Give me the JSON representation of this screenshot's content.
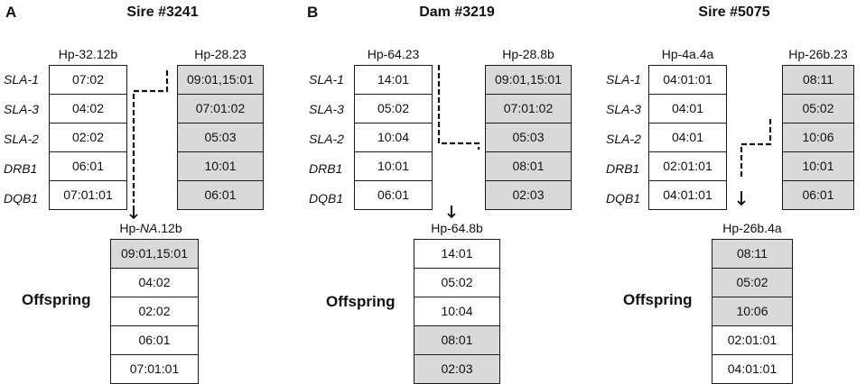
{
  "loci": [
    "SLA-1",
    "SLA-3",
    "SLA-2",
    "DRB1",
    "DQB1"
  ],
  "offspring_label": "Offspring",
  "colors": {
    "grey_cell": "#d9d9d9",
    "border": "#1a1a1a"
  },
  "panels": [
    {
      "letter": "A",
      "title": "Sire #3241",
      "hap_left": {
        "label": "Hp-32.12b",
        "cells": [
          "07:02",
          "04:02",
          "02:02",
          "06:01",
          "07:01:01"
        ],
        "grey": [
          false,
          false,
          false,
          false,
          false
        ]
      },
      "hap_right": {
        "label": "Hp-28.23",
        "cells": [
          "09:01,15:01",
          "07:01:02",
          "05:03",
          "10:01",
          "06:01"
        ],
        "grey": [
          true,
          true,
          true,
          true,
          true
        ]
      },
      "offspring": {
        "label_prefix": "Hp-",
        "label_italic": "NA",
        "label_suffix": ".12b",
        "cells": [
          "09:01,15:01",
          "04:02",
          "02:02",
          "06:01",
          "07:01:01"
        ],
        "grey": [
          true,
          false,
          false,
          false,
          false
        ]
      }
    },
    {
      "letter": "B",
      "title": "Dam #3219",
      "hap_left": {
        "label": "Hp-64.23",
        "cells": [
          "14:01",
          "05:02",
          "10:04",
          "10:01",
          "06:01"
        ],
        "grey": [
          false,
          false,
          false,
          false,
          false
        ]
      },
      "hap_right": {
        "label": "Hp-28.8b",
        "cells": [
          "09:01,15:01",
          "07:01:02",
          "05:03",
          "08:01",
          "02:03"
        ],
        "grey": [
          true,
          true,
          true,
          true,
          true
        ]
      },
      "offspring": {
        "label": "Hp-64.8b",
        "cells": [
          "14:01",
          "05:02",
          "10:04",
          "08:01",
          "02:03"
        ],
        "grey": [
          false,
          false,
          false,
          true,
          true
        ]
      }
    },
    {
      "title": "Sire #5075",
      "hap_left": {
        "label": "Hp-4a.4a",
        "cells": [
          "04:01:01",
          "04:01",
          "04:01",
          "02:01:01",
          "04:01:01"
        ],
        "grey": [
          false,
          false,
          false,
          false,
          false
        ]
      },
      "hap_right": {
        "label": "Hp-26b.23",
        "cells": [
          "08:11",
          "05:02",
          "10:06",
          "10:01",
          "06:01"
        ],
        "grey": [
          true,
          true,
          true,
          true,
          true
        ]
      },
      "offspring": {
        "label": "Hp-26b.4a",
        "cells": [
          "08:11",
          "05:02",
          "10:06",
          "02:01:01",
          "04:01:01"
        ],
        "grey": [
          true,
          true,
          true,
          false,
          false
        ]
      }
    }
  ]
}
